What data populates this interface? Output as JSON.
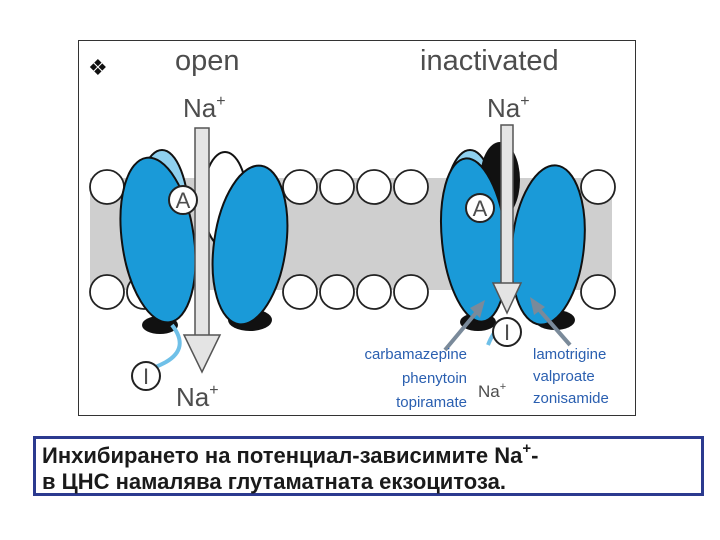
{
  "bullet_icon": "diamond-bullet",
  "figure": {
    "state_open_label": "open",
    "state_inactivated_label": "inactivated",
    "ion": "Na",
    "ion_charge": "+",
    "gate_a_label": "A",
    "gate_i_label": "I",
    "drugs_left": [
      "carbamazepine",
      "phenytoin",
      "topiramate"
    ],
    "drugs_right": [
      "lamotrigine",
      "valproate",
      "zonisamide"
    ]
  },
  "caption": {
    "line1": "Инхибирането на потенциал-зависимите Na",
    "line1_superscript": "+",
    "line1_tail": "-",
    "line2": "в ЦНС намалява глутаматната екзоцитоза."
  },
  "colors": {
    "channel_blue": "#1a9ad8",
    "channel_light_blue": "#8fd0ef",
    "membrane_gray": "#cfcfcf",
    "drug_text_blue": "#2a5fb0",
    "caption_border": "#2b3a8f"
  }
}
